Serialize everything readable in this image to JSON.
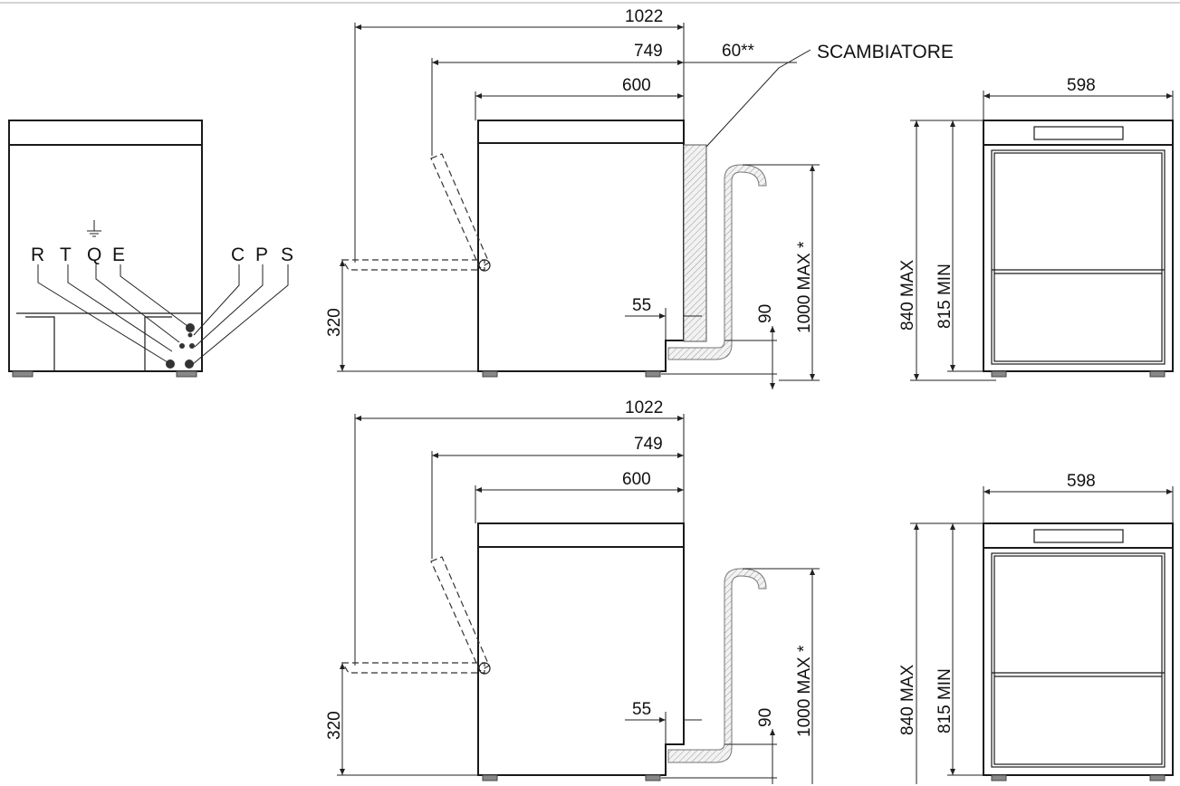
{
  "labels": {
    "exchanger": "SCAMBIATORE",
    "connections": [
      "R",
      "T",
      "Q",
      "E",
      "C",
      "P",
      "S"
    ],
    "dims": {
      "overall_depth": "1022",
      "open_depth": "749",
      "body_depth": "600",
      "exchanger_depth": "60**",
      "width": "598",
      "height_max": "840 MAX",
      "height_min": "815 MIN",
      "door_height": "320",
      "drain_height": "1000 MAX *",
      "drain_offset": "55",
      "drain_base": "90"
    }
  },
  "icons": {
    "ground": "ground-symbol-icon"
  }
}
